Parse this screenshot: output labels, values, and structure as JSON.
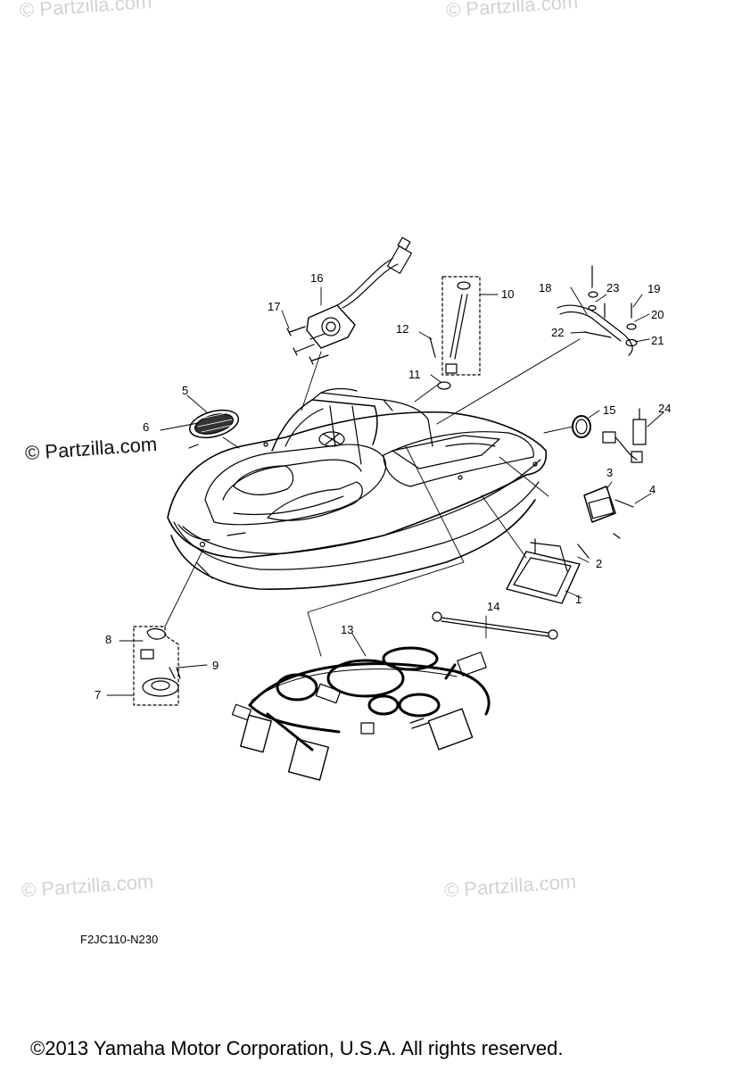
{
  "watermarks": {
    "light": "© Partzilla.com",
    "dark": "© Partzilla.com"
  },
  "diagram_code": "F2JC110-N230",
  "copyright": "©2013 Yamaha Motor Corporation, U.S.A. All rights reserved.",
  "callouts": [
    "1",
    "2",
    "3",
    "4",
    "5",
    "6",
    "7",
    "8",
    "9",
    "10",
    "11",
    "12",
    "13",
    "14",
    "15",
    "16",
    "17",
    "18",
    "19",
    "20",
    "21",
    "22",
    "23",
    "24"
  ]
}
